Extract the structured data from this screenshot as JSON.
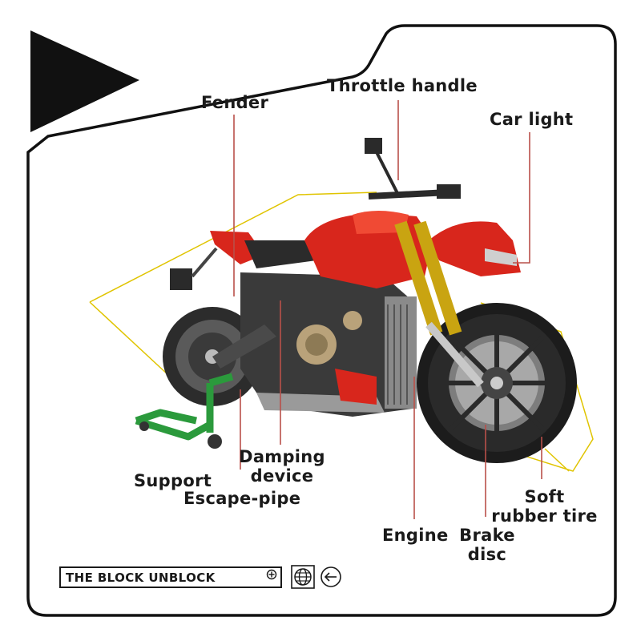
{
  "labels": {
    "fender": "Fender",
    "throttle_handle": "Throttle handle",
    "car_light": "Car light",
    "damping": [
      "Damping",
      "device"
    ],
    "support": "Support",
    "escape_pipe": "Escape-pipe",
    "engine": "Engine",
    "brake_disc": [
      "Brake",
      "disc"
    ],
    "soft_tire": [
      "Soft",
      "rubber tire"
    ]
  },
  "brand": {
    "name": "THE BLOCK UNBLOCK"
  },
  "icons": {
    "play": "play-triangle-icon",
    "plus": "plus-circle-icon",
    "globe": "globe-icon",
    "back": "back-arrow-icon"
  },
  "colors": {
    "frame": "#111111",
    "leader_line": "#b9504a",
    "outline": "#e0c400",
    "bike_red": "#d8261c",
    "fork_gold": "#c9a411",
    "stand_green": "#2b9a3c"
  }
}
